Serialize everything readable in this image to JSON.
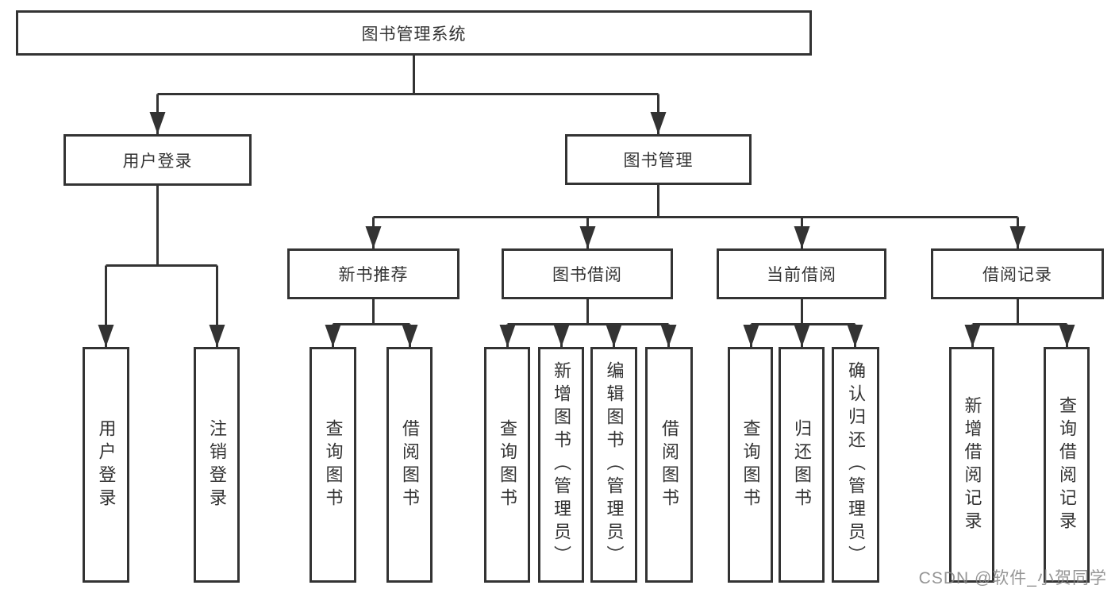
{
  "tree": {
    "root": {
      "label": "图书管理系统",
      "children": [
        {
          "label": "用户登录",
          "children": [
            {
              "label": "用户登录"
            },
            {
              "label": "注销登录"
            }
          ]
        },
        {
          "label": "图书管理",
          "children": [
            {
              "label": "新书推荐",
              "children": [
                {
                  "label": "查询图书"
                },
                {
                  "label": "借阅图书"
                }
              ]
            },
            {
              "label": "图书借阅",
              "children": [
                {
                  "label": "查询图书"
                },
                {
                  "label": "新增图书（管理员）"
                },
                {
                  "label": "编辑图书（管理员）"
                },
                {
                  "label": "借阅图书"
                }
              ]
            },
            {
              "label": "当前借阅",
              "children": [
                {
                  "label": "查询图书"
                },
                {
                  "label": "归还图书"
                },
                {
                  "label": "确认归还（管理员）"
                }
              ]
            },
            {
              "label": "借阅记录",
              "children": [
                {
                  "label": "新增借阅记录"
                },
                {
                  "label": "查询借阅记录"
                }
              ]
            }
          ]
        }
      ]
    }
  },
  "watermark": {
    "text": "CSDN @软件_小贺同学"
  },
  "colors": {
    "line": "#333333",
    "text": "#333333",
    "background": "#ffffff",
    "watermark": "#828282"
  }
}
